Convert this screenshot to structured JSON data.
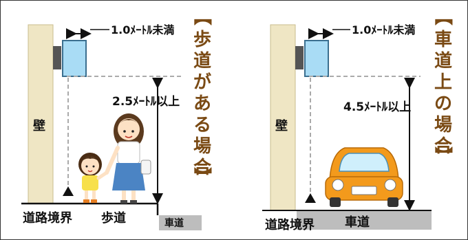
{
  "left_panel": {
    "title_chars": [
      "【",
      "歩",
      "道",
      "が",
      "あ",
      "る",
      "場",
      "合",
      "】"
    ],
    "overhang_label": "1.0ﾒｰﾄﾙ未満",
    "height_label": "2.5ﾒｰﾄﾙ以上",
    "wall_label": "壁",
    "boundary_label": "道路境界",
    "sidewalk_label": "歩道",
    "roadway_label": "車道"
  },
  "right_panel": {
    "title_chars": [
      "【",
      "車",
      "道",
      "上",
      "の",
      "場",
      "合",
      "】"
    ],
    "overhang_label": "1.0ﾒｰﾄﾙ未満",
    "height_label": "4.5ﾒｰﾄﾙ以上",
    "wall_label": "壁",
    "boundary_label": "道路境界",
    "roadway_label": "車道"
  },
  "colors": {
    "wall": "#efe6c4",
    "sign": "#a9dcf5",
    "title": "#7a4a14",
    "road": "#bdbdbd",
    "car": "#f39a1c"
  }
}
